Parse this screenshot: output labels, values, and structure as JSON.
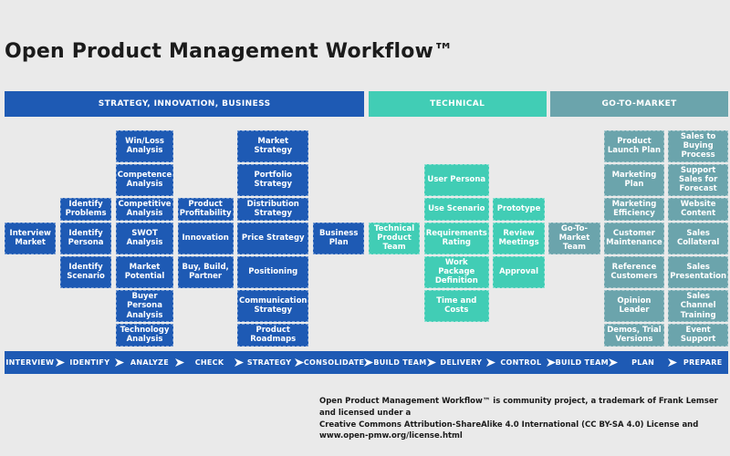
{
  "title": "Open Product Management Workflow™",
  "colors": {
    "blue": "#1e5ab4",
    "teal": "#41cdb5",
    "gray": "#6ba4ac",
    "background": "#eaeaea",
    "text_on_band": "#ffffff",
    "title_text": "#1b1b1b"
  },
  "phases": [
    {
      "label": "STRATEGY, INNOVATION, BUSINESS",
      "color": "blue",
      "col_start": 1,
      "col_span": 6
    },
    {
      "label": "TECHNICAL",
      "color": "teal",
      "col_start": 7,
      "col_span": 3
    },
    {
      "label": "GO-TO-MARKET",
      "color": "gray",
      "col_start": 10,
      "col_span": 3
    }
  ],
  "boxes": [
    {
      "label": "Interview Market",
      "col": 1,
      "row": 4,
      "color": "blue"
    },
    {
      "label": "Identify Problems",
      "col": 2,
      "row": 3,
      "color": "blue"
    },
    {
      "label": "Identify Persona",
      "col": 2,
      "row": 4,
      "color": "blue"
    },
    {
      "label": "Identify Scenario",
      "col": 2,
      "row": 5,
      "color": "blue"
    },
    {
      "label": "Win/Loss Analysis",
      "col": 3,
      "row": 1,
      "color": "blue"
    },
    {
      "label": "Competence Analysis",
      "col": 3,
      "row": 2,
      "color": "blue"
    },
    {
      "label": "Competitive Analysis",
      "col": 3,
      "row": 3,
      "color": "blue"
    },
    {
      "label": "SWOT Analysis",
      "col": 3,
      "row": 4,
      "color": "blue"
    },
    {
      "label": "Market Potential",
      "col": 3,
      "row": 5,
      "color": "blue"
    },
    {
      "label": "Buyer Persona Analysis",
      "col": 3,
      "row": 6,
      "color": "blue"
    },
    {
      "label": "Technology Analysis",
      "col": 3,
      "row": 7,
      "color": "blue"
    },
    {
      "label": "Product Profitability",
      "col": 4,
      "row": 3,
      "color": "blue"
    },
    {
      "label": "Innovation",
      "col": 4,
      "row": 4,
      "color": "blue"
    },
    {
      "label": "Buy, Build, Partner",
      "col": 4,
      "row": 5,
      "color": "blue"
    },
    {
      "label": "Market Strategy",
      "col": 5,
      "row": 1,
      "color": "blue"
    },
    {
      "label": "Portfolio Strategy",
      "col": 5,
      "row": 2,
      "color": "blue"
    },
    {
      "label": "Distribution Strategy",
      "col": 5,
      "row": 3,
      "color": "blue"
    },
    {
      "label": "Price Strategy",
      "col": 5,
      "row": 4,
      "color": "blue"
    },
    {
      "label": "Positioning",
      "col": 5,
      "row": 5,
      "color": "blue"
    },
    {
      "label": "Communication Strategy",
      "col": 5,
      "row": 6,
      "color": "blue"
    },
    {
      "label": "Product Roadmaps",
      "col": 5,
      "row": 7,
      "color": "blue"
    },
    {
      "label": "Business Plan",
      "col": 6,
      "row": 4,
      "color": "blue"
    },
    {
      "label": "Technical Product Team",
      "col": 7,
      "row": 4,
      "color": "teal"
    },
    {
      "label": "User Persona",
      "col": 8,
      "row": 2,
      "color": "teal"
    },
    {
      "label": "Use Scenario",
      "col": 8,
      "row": 3,
      "color": "teal"
    },
    {
      "label": "Requirements Rating",
      "col": 8,
      "row": 4,
      "color": "teal"
    },
    {
      "label": "Work Package Definition",
      "col": 8,
      "row": 5,
      "color": "teal"
    },
    {
      "label": "Time and Costs",
      "col": 8,
      "row": 6,
      "color": "teal"
    },
    {
      "label": "Prototype",
      "col": 9,
      "row": 3,
      "color": "teal"
    },
    {
      "label": "Review Meetings",
      "col": 9,
      "row": 4,
      "color": "teal"
    },
    {
      "label": "Approval",
      "col": 9,
      "row": 5,
      "color": "teal"
    },
    {
      "label": "Go-To-Market Team",
      "col": 10,
      "row": 4,
      "color": "gray"
    },
    {
      "label": "Product Launch Plan",
      "col": 11,
      "row": 1,
      "color": "gray"
    },
    {
      "label": "Marketing Plan",
      "col": 11,
      "row": 2,
      "color": "gray"
    },
    {
      "label": "Marketing Efficiency",
      "col": 11,
      "row": 3,
      "color": "gray"
    },
    {
      "label": "Customer Maintenance",
      "col": 11,
      "row": 4,
      "color": "gray"
    },
    {
      "label": "Reference Customers",
      "col": 11,
      "row": 5,
      "color": "gray"
    },
    {
      "label": "Opinion Leader",
      "col": 11,
      "row": 6,
      "color": "gray"
    },
    {
      "label": "Demos, Trial Versions",
      "col": 11,
      "row": 7,
      "color": "gray"
    },
    {
      "label": "Sales to Buying Process",
      "col": 12,
      "row": 1,
      "color": "gray"
    },
    {
      "label": "Support Sales for Forecast",
      "col": 12,
      "row": 2,
      "color": "gray"
    },
    {
      "label": "Website Content",
      "col": 12,
      "row": 3,
      "color": "gray"
    },
    {
      "label": "Sales Collateral",
      "col": 12,
      "row": 4,
      "color": "gray"
    },
    {
      "label": "Sales Presentation",
      "col": 12,
      "row": 5,
      "color": "gray"
    },
    {
      "label": "Sales Channel Training",
      "col": 12,
      "row": 6,
      "color": "gray"
    },
    {
      "label": "Event Support",
      "col": 12,
      "row": 7,
      "color": "gray"
    }
  ],
  "process_steps": [
    "INTERVIEW",
    "IDENTIFY",
    "ANALYZE",
    "CHECK",
    "STRATEGY",
    "CONSOLIDATE",
    "BUILD TEAM",
    "DELIVERY",
    "CONTROL",
    "BUILD TEAM",
    "PLAN",
    "PREPARE"
  ],
  "footer": {
    "line1": "Open Product Management Workflow™ is community project, a trademark of Frank Lemser and licensed under a",
    "line2": "Creative Commons Attribution-ShareAlike 4.0 International (CC BY-SA 4.0) License and www.open-pmw.org/license.html"
  }
}
